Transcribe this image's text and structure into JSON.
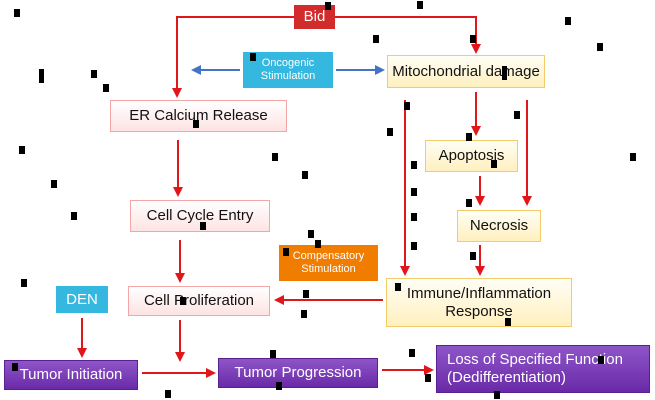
{
  "colors": {
    "arrow_red": "#e0161b",
    "arrow_blue": "#4472c4",
    "purple": "#7030a0",
    "cyan": "#35b8e0",
    "orange": "#f07c00"
  },
  "nodes": {
    "bid": "Bid",
    "oncogenic": [
      "Oncogenic",
      "Stimulation"
    ],
    "mito": "Mitochondrial damage",
    "er": "ER Calcium Release",
    "apoptosis": "Apoptosis",
    "necrosis": "Necrosis",
    "cellcycle": "Cell Cycle Entry",
    "compensatory": [
      "Compensatory",
      "Stimulation"
    ],
    "den": "DEN",
    "prolif": "Cell Proliferation",
    "immune": [
      "Immune/Inflammation",
      "Response"
    ],
    "initiation": "Tumor Initiation",
    "progression": "Tumor Progression",
    "loss": [
      "Loss of Specified Function",
      "(Dedifferentiation)"
    ]
  }
}
